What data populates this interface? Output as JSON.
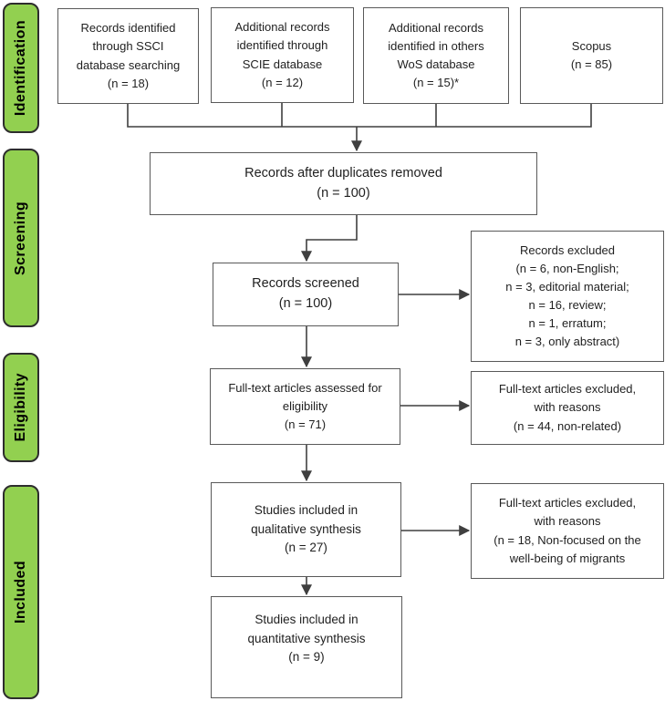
{
  "figure": {
    "type": "prisma-flow-diagram",
    "stages": [
      {
        "label": "Identification"
      },
      {
        "label": "Screening"
      },
      {
        "label": "Eligibility"
      },
      {
        "label": "Included"
      }
    ],
    "boxes": {
      "ssci": {
        "text": "Records identified\nthrough SSCI\ndatabase searching\n(n = 18)"
      },
      "scie": {
        "text": "Additional records\nidentified through\nSCIE database\n(n = 12)"
      },
      "wos": {
        "text": "Additional records\nidentified in others\nWoS database\n(n = 15)*"
      },
      "scopus": {
        "text": "Scopus\n(n = 85)"
      },
      "duplicates_removed": {
        "text": "Records after duplicates removed\n(n = 100)"
      },
      "records_screened": {
        "text": "Records screened\n(n = 100)"
      },
      "records_excluded": {
        "text": "Records excluded\n(n = 6, non-English;\nn = 3, editorial material;\nn = 16, review;\nn = 1, erratum;\nn = 3, only abstract)"
      },
      "fulltext_assessed": {
        "text": "Full-text articles assessed for\neligibility\n(n = 71)"
      },
      "fulltext_excluded_1": {
        "text": "Full-text articles excluded,\nwith reasons\n(n = 44, non-related)"
      },
      "qualitative_synthesis": {
        "text": "Studies included in\nqualitative synthesis\n(n = 27)"
      },
      "fulltext_excluded_2": {
        "text": "Full-text articles excluded,\nwith reasons\n(n = 18, Non-focused on the\nwell-being of migrants"
      },
      "quantitative_synthesis": {
        "text": "Studies included in\nquantitative synthesis\n(n = 9)"
      }
    },
    "colors": {
      "stage_fill": "#92d050",
      "stage_border": "#2d2d2d",
      "box_border": "#595959",
      "connector": "#3f3f3f"
    }
  }
}
